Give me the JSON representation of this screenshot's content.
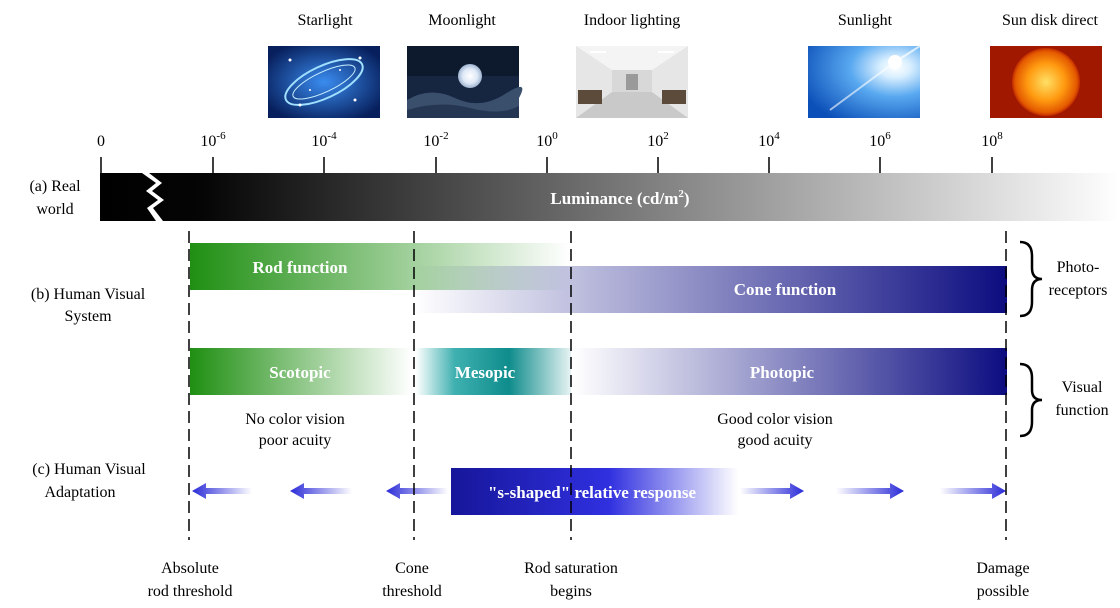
{
  "images": [
    {
      "label": "Starlight",
      "icon": "starlight-photo",
      "colors": [
        "#0a2a6e",
        "#1e6fd8",
        "#8fd4ff"
      ]
    },
    {
      "label": "Moonlight",
      "icon": "moonlight-photo",
      "colors": [
        "#0d1a2e",
        "#3a4f6c",
        "#dce7f5"
      ]
    },
    {
      "label": "Indoor lighting",
      "icon": "office-photo",
      "colors": [
        "#e8e8e8",
        "#b8b8b8",
        "#5c4a3a"
      ]
    },
    {
      "label": "Sunlight",
      "icon": "sunlight-photo",
      "colors": [
        "#0b4fb8",
        "#58a8f0",
        "#ffffff"
      ]
    },
    {
      "label": "Sun disk direct",
      "icon": "sun-disk-photo",
      "colors": [
        "#b01a00",
        "#ff7a00",
        "#ffe066"
      ]
    }
  ],
  "axis": {
    "ticks": [
      {
        "base": "0",
        "exp": ""
      },
      {
        "base": "10",
        "exp": "-6"
      },
      {
        "base": "10",
        "exp": "-4"
      },
      {
        "base": "10",
        "exp": "-2"
      },
      {
        "base": "10",
        "exp": "0"
      },
      {
        "base": "10",
        "exp": "2"
      },
      {
        "base": "10",
        "exp": "4"
      },
      {
        "base": "10",
        "exp": "6"
      },
      {
        "base": "10",
        "exp": "8"
      }
    ]
  },
  "rows": {
    "real_world": [
      "(a) Real",
      "world"
    ],
    "hvs": [
      "(b) Human Visual",
      "System"
    ],
    "adaptation": [
      "(c) Human Visual",
      "Adaptation"
    ]
  },
  "luminance_bar": {
    "label": "Luminance (cd/m",
    "sup": "2",
    "close": ")"
  },
  "bars": {
    "rod": "Rod function",
    "cone": "Cone function",
    "scotopic": "Scotopic",
    "mesopic": "Mesopic",
    "photopic": "Photopic",
    "s_shaped": "\"s-shaped\" relative response"
  },
  "braces": {
    "photoreceptors": [
      "Photo-",
      "receptors"
    ],
    "visual_function": [
      "Visual",
      "function"
    ]
  },
  "notes": {
    "scotopic": [
      "No color vision",
      "poor acuity"
    ],
    "photopic": [
      "Good color vision",
      "good acuity"
    ]
  },
  "thresholds": [
    {
      "lines": [
        "Absolute",
        "rod threshold"
      ]
    },
    {
      "lines": [
        "Cone",
        "threshold"
      ]
    },
    {
      "lines": [
        "Rod saturation",
        "begins"
      ]
    },
    {
      "lines": [
        "Damage",
        "possible"
      ]
    }
  ],
  "colors": {
    "green": "#1f8f12",
    "teal": "#0f8c8c",
    "blue": "#16168a",
    "arrow_blue": "#2b2bd8"
  }
}
